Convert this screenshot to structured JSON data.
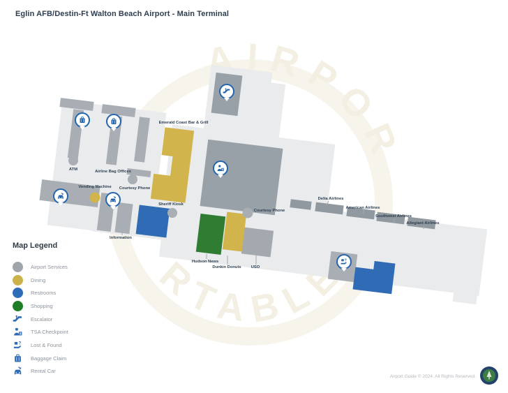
{
  "title": "Eglin AFB/Destin-Ft Walton Beach Airport - Main Terminal",
  "legend": {
    "title": "Map Legend",
    "items": [
      {
        "label": "Airport Services",
        "icon": "gray-dot"
      },
      {
        "label": "Dining",
        "icon": "yellow-dot"
      },
      {
        "label": "Restrooms",
        "icon": "blue-dot"
      },
      {
        "label": "Shopping",
        "icon": "green-dot"
      },
      {
        "label": "Escalator",
        "icon": "escalator-icon"
      },
      {
        "label": "TSA Checkpoint",
        "icon": "tsa-checkpoint-icon"
      },
      {
        "label": "Lost & Found",
        "icon": "lost-and-found-icon"
      },
      {
        "label": "Baggage Claim",
        "icon": "baggage-claim-icon"
      },
      {
        "label": "Rental Car",
        "icon": "rental-car-icon"
      }
    ]
  },
  "map": {
    "labels": {
      "emerald_coast": "Emerald Coast Bar & Grill",
      "atm": "ATM",
      "airline_bag_offices": "Airline Bag Offices",
      "vending_machine": "Vending Machine",
      "courtesy_phone_left": "Courtesy Phone",
      "courtesy_phone_mid": "Courtesy Phone",
      "sheriff_kiosk": "Sheriff Kiosk",
      "information": "Information",
      "hudson_news": "Hudson News",
      "dunkin_donuts": "Dunkin Donuts",
      "uso": "USO",
      "delta": "Delta Airlines",
      "american": "American Airlines",
      "southwest": "Southwest Airlines",
      "allegiant": "Allegiant Airlines"
    },
    "watermark": {
      "top_arc": "AIRPOR",
      "bottom_arc": "RTABLE"
    },
    "pins": [
      "baggage-claim",
      "baggage-claim",
      "escalator",
      "tsa-checkpoint",
      "rental-car",
      "rental-car",
      "lost-and-found"
    ]
  },
  "footer": {
    "copyright": "Airport Guide © 2024. All Rights Reserved."
  },
  "colors": {
    "accent_blue": "#2565ae",
    "restroom_blue": "#2f6cb5",
    "dining_yellow": "#d1b44c",
    "shopping_green": "#2e7d32",
    "services_gray": "#a6acb1",
    "terminal_fill": "#e9ebed",
    "title_text": "#2d3e50"
  }
}
